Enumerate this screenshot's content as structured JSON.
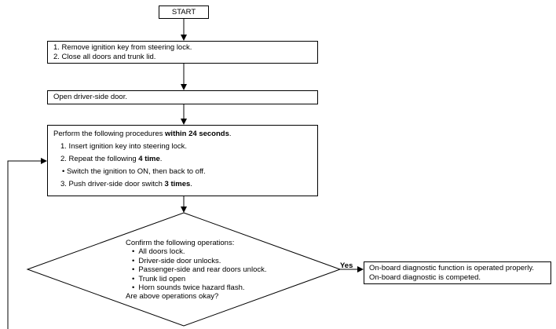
{
  "flowchart": {
    "start": "START",
    "step1": {
      "lines": [
        "1. Remove ignition key from steering lock.",
        "2. Close all doors and trunk lid."
      ]
    },
    "step2": {
      "text": "Open driver-side door."
    },
    "step3": {
      "intro_pre": "Perform the following procedures ",
      "intro_bold": "within 24 seconds",
      "intro_post": ".",
      "item1": "1. Insert ignition key into steering lock.",
      "item2_pre": "2. Repeat the following ",
      "item2_bold": "4 time",
      "item2_post": ".",
      "bullet": "Switch the ignition to ON, then back to off.",
      "item3_pre": "3. Push driver-side door switch ",
      "item3_bold": "3 times",
      "item3_post": "."
    },
    "decision": {
      "heading": "Confirm the following operations:",
      "items": [
        "All doors lock.",
        "Driver-side door unlocks.",
        "Passenger-side and rear doors unlock.",
        "Trunk lid open",
        "Horn sounds twice hazard flash."
      ],
      "question": "Are above operations okay?"
    },
    "yes_label": "Yes",
    "result": {
      "lines": [
        "On-board diagnostic function is operated properly.",
        "On-board diagnostic is competed."
      ]
    }
  }
}
